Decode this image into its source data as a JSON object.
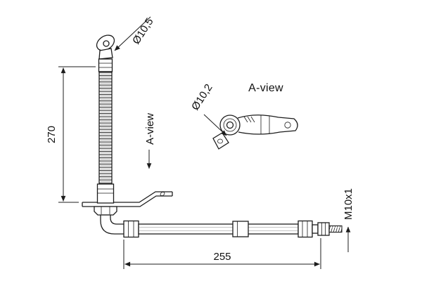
{
  "drawing": {
    "type": "technical-drawing",
    "subject": "brake-hose-assembly",
    "background": "#ffffff",
    "line_color": "#1c1c1c",
    "labels": {
      "dim_270": "270",
      "dim_255": "255",
      "dia_10_5": "Ø10,5",
      "dia_10_2": "Ø10,2",
      "thread_m10": "M10x1",
      "a_view_arrow": "A-view",
      "a_view_title": "A-view"
    }
  }
}
